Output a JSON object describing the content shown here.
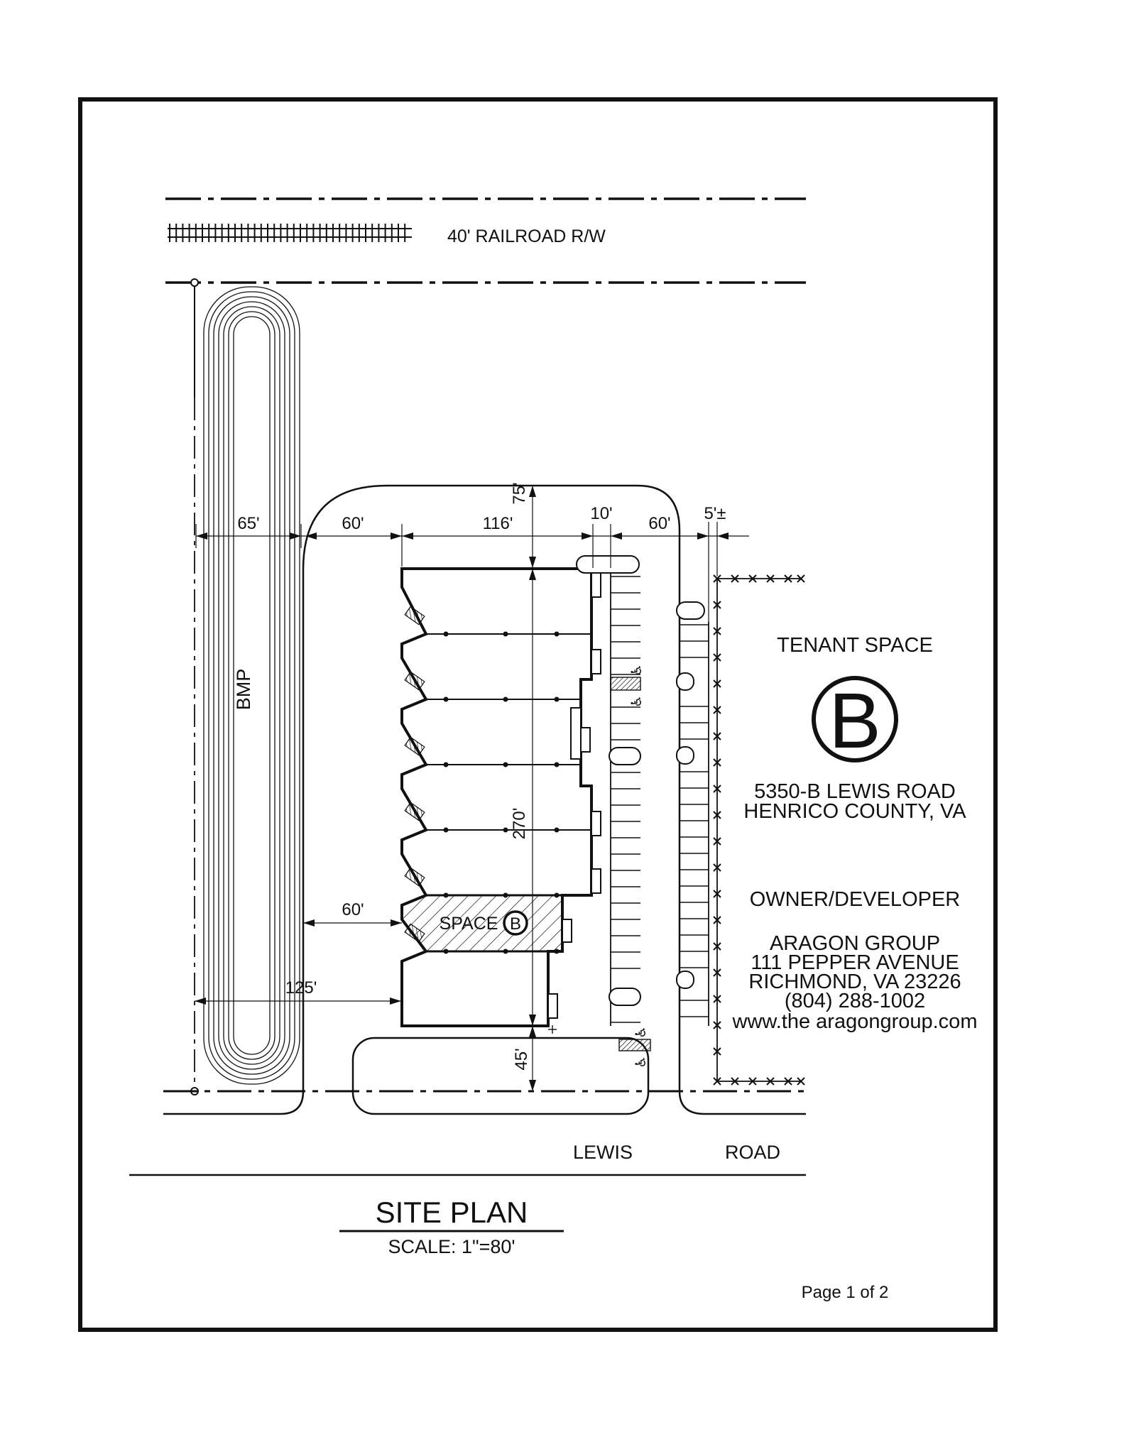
{
  "drawing": {
    "railroad_label": "40' RAILROAD R/W",
    "bmp_label": "BMP",
    "space_unit": {
      "label": "SPACE",
      "id": "B"
    },
    "road": {
      "left_word": "LEWIS",
      "right_word": "ROAD"
    },
    "dimensions": {
      "bmp_width": "65'",
      "drive_west": "60'",
      "building_width": "116'",
      "sidewalk": "10'",
      "parking_east": "60'",
      "fence_offset": "5'±",
      "front_depth": "75'",
      "building_length": "270'",
      "spaceb_drive": "60'",
      "rear_width": "125'",
      "road_setback": "45'"
    }
  },
  "tenant_block": {
    "title": "TENANT SPACE",
    "space_id": "B",
    "address_line1": "5350-B LEWIS ROAD",
    "address_line2": "HENRICO COUNTY, VA"
  },
  "owner_block": {
    "title": "OWNER/DEVELOPER",
    "name": "ARAGON GROUP",
    "address_line1": "111 PEPPER AVENUE",
    "address_line2": "RICHMOND, VA 23226",
    "phone": "(804) 288-1002",
    "website": "www.the aragongroup.com"
  },
  "title_block": {
    "title": "SITE PLAN",
    "scale": "SCALE: 1\"=80'",
    "page": "Page 1 of 2"
  },
  "icons": {
    "accessible_parking": "♿"
  },
  "colors": {
    "ink": "#111111",
    "paper": "#ffffff"
  }
}
